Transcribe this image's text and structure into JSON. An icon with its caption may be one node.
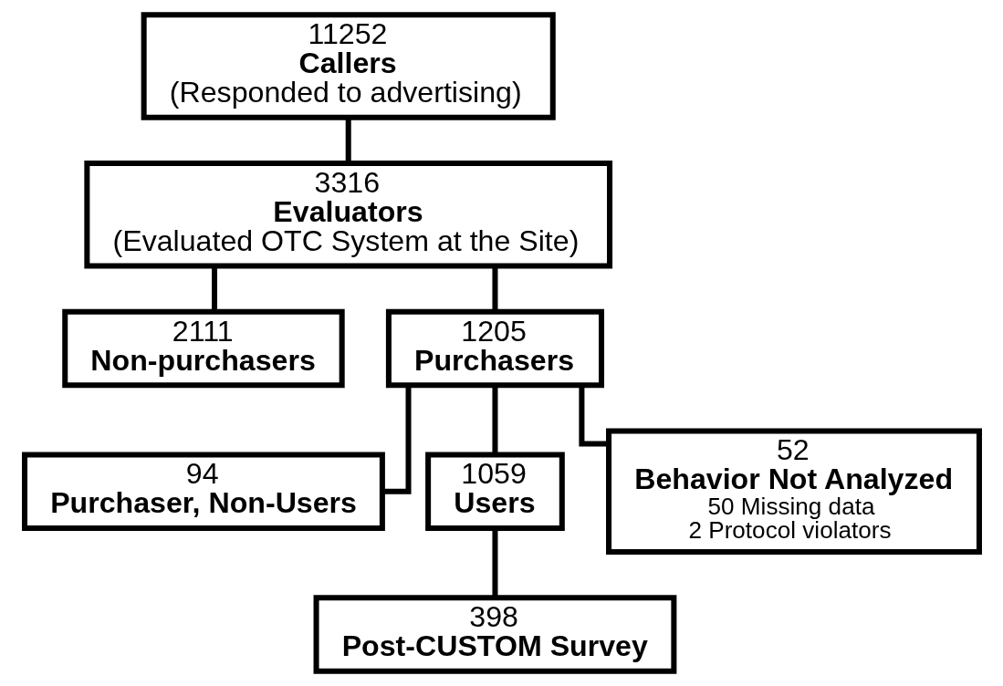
{
  "diagram": {
    "nodes": [
      {
        "text": [
          "11252",
          "Callers",
          "(Responded to advertising)"
        ]
      },
      {
        "text": [
          "3316",
          "Evaluators",
          "(Evaluated OTC System at the Site)"
        ]
      },
      {
        "text": [
          "2111",
          "Non-purchasers"
        ]
      },
      {
        "text": [
          "1205",
          "Purchasers"
        ]
      },
      {
        "text": [
          "94",
          "Purchaser, Non-Users"
        ]
      },
      {
        "text": [
          "1059",
          "Users"
        ]
      },
      {
        "text": [
          "52",
          "Behavior Not Analyzed",
          "50 Missing data",
          "2 Protocol violators"
        ]
      },
      {
        "text": [
          "398",
          "Post-CUSTOM Survey"
        ]
      }
    ],
    "edges": [
      {
        "from": 0,
        "to": 1,
        "arrow": "none"
      },
      {
        "from": 1,
        "to": 2,
        "arrow": "none"
      },
      {
        "from": 1,
        "to": 3,
        "arrow": "none"
      },
      {
        "from": 3,
        "to": 4,
        "arrow": "none"
      },
      {
        "from": 3,
        "to": 5,
        "arrow": "none"
      },
      {
        "from": 3,
        "to": 6,
        "arrow": "none"
      },
      {
        "from": 5,
        "to": 7,
        "arrow": "none"
      }
    ]
  }
}
